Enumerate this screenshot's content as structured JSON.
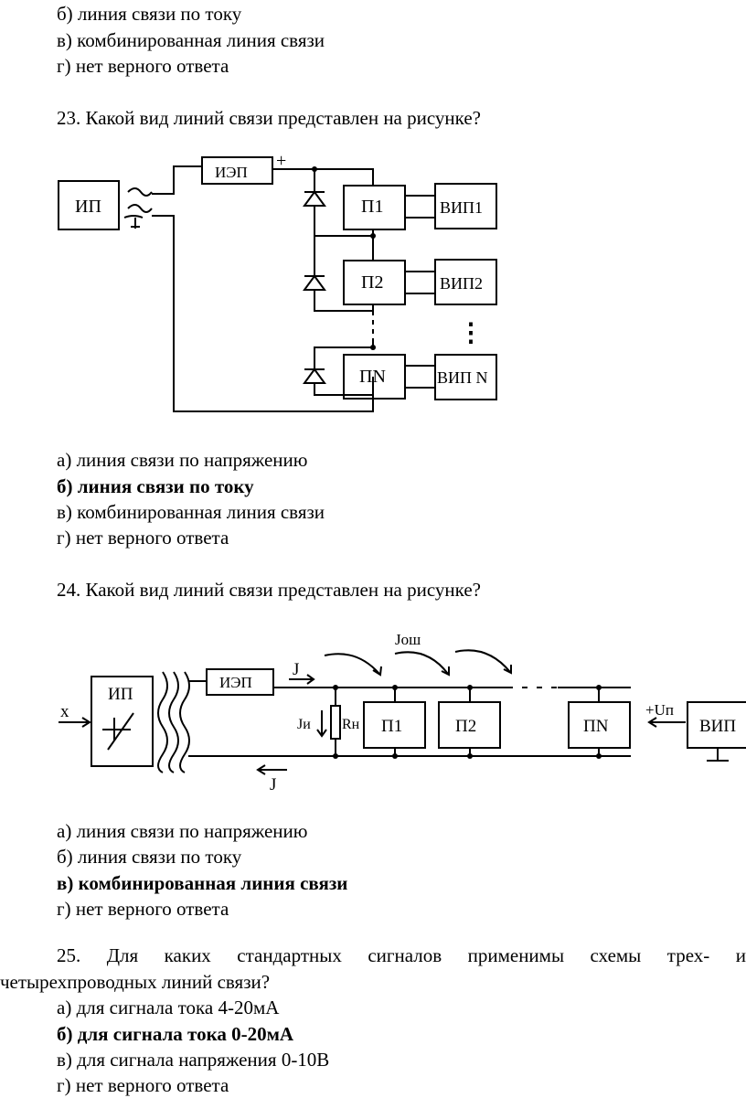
{
  "top": {
    "opt_b": "б) линия связи по току",
    "opt_v": "в) комбинированная линия связи",
    "opt_g": "г) нет верного ответа"
  },
  "q23": {
    "question": "23. Какой вид линий связи представлен на рисунке?",
    "diagram": {
      "ip": "ИП",
      "iep": "ИЭП",
      "plus": "+",
      "p1": "П1",
      "p2": "П2",
      "pn": "ПN",
      "vip1": "ВИП1",
      "vip2": "ВИП2",
      "vipn": "ВИП N",
      "dots": "⋮"
    },
    "options": [
      "а) линия связи по напряжению",
      "б) линия связи по току",
      "в) комбинированная линия связи",
      "г) нет верного ответа"
    ]
  },
  "q24": {
    "question": "24. Какой вид линий связи представлен на рисунке?",
    "diagram": {
      "ip": "ИП",
      "iep": "ИЭП",
      "x": "x",
      "j_top": "J",
      "j_bottom": "J",
      "josh": "Jош",
      "ji": "Jи",
      "rn": "Rн",
      "p1": "П1",
      "p2": "П2",
      "pn": "ПN",
      "up": "+Uп",
      "vip": "ВИП",
      "dash": "- - -"
    },
    "options": [
      "а) линия связи по напряжению",
      "б) линия связи по току",
      "в) комбинированная линия связи",
      "г) нет верного ответа"
    ]
  },
  "q25": {
    "question_words": [
      "25.",
      "Для",
      "каких",
      "стандартных",
      "сигналов",
      "применимы",
      "схемы",
      "трех-",
      "и"
    ],
    "question_line2": "четырехпроводных линий связи?",
    "options": [
      "а) для сигнала тока 4-20мА",
      "б) для сигнала тока 0-20мА",
      "в) для сигнала напряжения 0-10В",
      "г) нет верного ответа"
    ]
  }
}
